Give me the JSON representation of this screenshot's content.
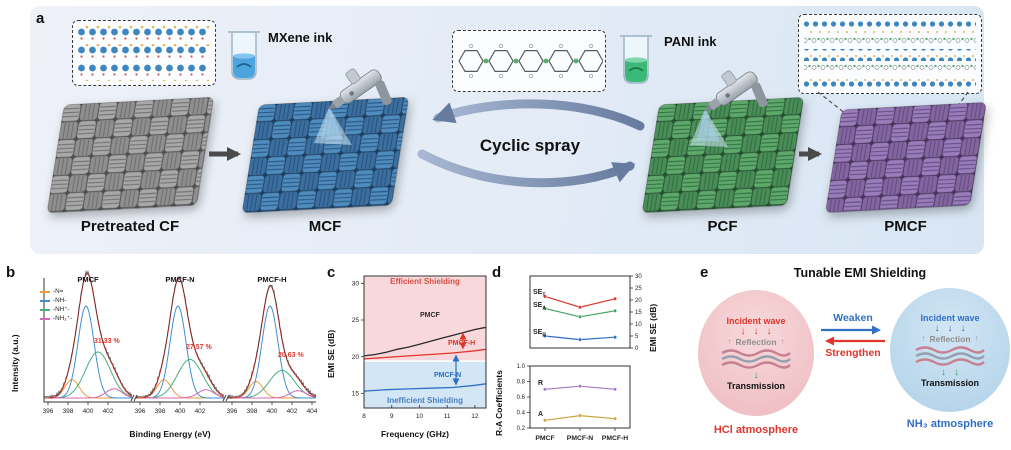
{
  "panels": {
    "a": "a",
    "b": "b",
    "c": "c",
    "d": "d",
    "e": "e"
  },
  "icons": {
    "down_arrow": "↓",
    "up_arrow": "↑"
  },
  "panel_a": {
    "mxene_ink": "MXene ink",
    "pani_ink": "PANI ink",
    "cyclic_spray": "Cyclic spray",
    "samples": [
      {
        "name": "Pretreated CF"
      },
      {
        "name": "MCF"
      },
      {
        "name": "PCF"
      },
      {
        "name": "PMCF"
      }
    ]
  },
  "panel_b": {
    "ylabel": "Intensity (a.u.)",
    "xlabel": "Binding Energy (eV)",
    "legend": [
      {
        "label": "-N="
      },
      {
        "label": "-NH-"
      },
      {
        "label": "-NH⁺-"
      },
      {
        "label": "-NH₂⁺-"
      }
    ],
    "groups": [
      {
        "title": "PMCF",
        "percent": "31.33 %"
      },
      {
        "title": "PMCF-N",
        "percent": "27.57 %"
      },
      {
        "title": "PMCF-H",
        "percent": "20.63 %"
      }
    ]
  },
  "panel_c": {
    "xlabel": "Frequency (GHz)",
    "ylabel": "EMI SE (dB)",
    "efficient": "Efficient Shielding",
    "inefficient": "Inefficient Shielding",
    "series_labels": {
      "pmcf": "PMCF",
      "pmcf_h": "PMCF-H",
      "pmcf_n": "PMCF-N"
    }
  },
  "panel_d": {
    "right_ylabel": "EMI SE (dB)",
    "left_ylabel": "R-A Coefficients",
    "se_t": {
      "base": "SE",
      "sub": "T"
    },
    "se_a": {
      "base": "SE",
      "sub": "A"
    },
    "se_r": {
      "base": "SE",
      "sub": "R"
    },
    "r_label": "R",
    "a_label": "A"
  },
  "panel_e": {
    "title": "Tunable EMI Shielding",
    "weaken": "Weaken",
    "strengthen": "Strengthen",
    "left": {
      "incident": "Incident wave",
      "reflection": "Reflection",
      "transmission": "Transmission",
      "atmosphere": "HCl atmosphere"
    },
    "right": {
      "incident": "Incident wave",
      "reflection": "Reflection",
      "transmission": "Transmission",
      "atmosphere": "NH₃ atmosphere"
    }
  },
  "chart_data": [
    {
      "id": "xps",
      "type": "line",
      "title": "N 1s XPS spectra",
      "xlabel": "Binding Energy (eV)",
      "ylabel": "Intensity (a.u.)",
      "xticks": [
        "396",
        "398",
        "400",
        "402",
        "404"
      ],
      "data_color": "#2b2b2b",
      "envelope_color": "#e03a2f",
      "groups": [
        {
          "name": "PMCF",
          "nh_plus_percent": 31.33,
          "peaks": [
            {
              "label": "-N=",
              "center": 398.4,
              "width": 0.7,
              "height": 0.2,
              "color": "#f29b3b"
            },
            {
              "label": "-NH-",
              "center": 399.8,
              "width": 0.8,
              "height": 1.0,
              "color": "#3e8ed0"
            },
            {
              "label": "-NH⁺-",
              "center": 401.0,
              "width": 1.25,
              "height": 0.5,
              "color": "#46b07c"
            },
            {
              "label": "-NH₂⁺-",
              "center": 402.6,
              "width": 0.8,
              "height": 0.1,
              "color": "#d667b8"
            }
          ]
        },
        {
          "name": "PMCF-N",
          "nh_plus_percent": 27.57,
          "peaks": [
            {
              "label": "-N=",
              "center": 398.4,
              "width": 0.7,
              "height": 0.2,
              "color": "#f29b3b"
            },
            {
              "label": "-NH-",
              "center": 399.8,
              "width": 0.8,
              "height": 1.0,
              "color": "#3e8ed0"
            },
            {
              "label": "-NH⁺-",
              "center": 401.0,
              "width": 1.25,
              "height": 0.42,
              "color": "#46b07c"
            },
            {
              "label": "-NH₂⁺-",
              "center": 402.6,
              "width": 0.8,
              "height": 0.09,
              "color": "#d667b8"
            }
          ]
        },
        {
          "name": "PMCF-H",
          "nh_plus_percent": 20.63,
          "peaks": [
            {
              "label": "-N=",
              "center": 398.4,
              "width": 0.7,
              "height": 0.18,
              "color": "#f29b3b"
            },
            {
              "label": "-NH-",
              "center": 399.8,
              "width": 0.8,
              "height": 1.0,
              "color": "#3e8ed0"
            },
            {
              "label": "-NH⁺-",
              "center": 401.0,
              "width": 1.25,
              "height": 0.3,
              "color": "#46b07c"
            },
            {
              "label": "-NH₂⁺-",
              "center": 402.6,
              "width": 0.8,
              "height": 0.08,
              "color": "#d667b8"
            }
          ]
        }
      ]
    },
    {
      "id": "emi-frequency",
      "type": "line",
      "xlabel": "Frequency (GHz)",
      "ylabel": "EMI SE (dB)",
      "xlim": [
        8,
        12.4
      ],
      "ylim": [
        13,
        31
      ],
      "xticks": [
        8,
        9,
        10,
        11,
        12
      ],
      "yticks": [
        15,
        20,
        25,
        30
      ],
      "regions": [
        {
          "label": "Efficient Shielding",
          "color": "#f8d8da",
          "y_from": 19.5,
          "y_to": 31
        },
        {
          "label": "Inefficient Shielding",
          "color": "#d3e6f5",
          "y_from": 13,
          "y_to": 19.3
        }
      ],
      "series": [
        {
          "name": "PMCF",
          "color": "#2b2b2b",
          "x": [
            8,
            8.4,
            8.8,
            9.2,
            9.6,
            10,
            10.4,
            10.8,
            11.2,
            11.6,
            12,
            12.4
          ],
          "y": [
            20.1,
            20.3,
            20.6,
            21.0,
            21.3,
            21.7,
            22.1,
            22.5,
            22.9,
            23.3,
            23.7,
            24.0
          ]
        },
        {
          "name": "PMCF-H",
          "color": "#e0362c",
          "x": [
            8,
            8.8,
            9.6,
            10.4,
            11.2,
            12,
            12.4
          ],
          "y": [
            19.7,
            19.9,
            20.1,
            20.3,
            20.5,
            20.8,
            21.0
          ]
        },
        {
          "name": "PMCF-N",
          "color": "#2f6fc4",
          "x": [
            8,
            8.8,
            9.6,
            10.4,
            11.2,
            12,
            12.4
          ],
          "y": [
            15.3,
            15.5,
            15.6,
            15.7,
            15.8,
            16.1,
            16.3
          ]
        }
      ]
    },
    {
      "id": "se-components",
      "type": "line",
      "categories": [
        "PMCF",
        "PMCF-N",
        "PMCF-H"
      ],
      "ylabel": "EMI SE (dB)",
      "ylim": [
        0,
        30
      ],
      "yticks": [
        0,
        5,
        10,
        15,
        20,
        25,
        30
      ],
      "series": [
        {
          "name": "SE_T",
          "color": "#e0362c",
          "values": [
            21.5,
            17.0,
            20.5
          ]
        },
        {
          "name": "SE_A",
          "color": "#3fa45f",
          "values": [
            16.5,
            13.0,
            15.5
          ]
        },
        {
          "name": "SE_R",
          "color": "#2f6fc4",
          "values": [
            5.0,
            3.5,
            4.5
          ]
        }
      ]
    },
    {
      "id": "ra-coefficients",
      "type": "line",
      "categories": [
        "PMCF",
        "PMCF-N",
        "PMCF-H"
      ],
      "ylabel": "R-A Coefficients",
      "ylim": [
        0.2,
        1.0
      ],
      "yticks": [
        0.2,
        0.4,
        0.6,
        0.8,
        1.0
      ],
      "series": [
        {
          "name": "R",
          "color": "#a678c8",
          "values": [
            0.7,
            0.74,
            0.7
          ]
        },
        {
          "name": "A",
          "color": "#caa53a",
          "values": [
            0.3,
            0.36,
            0.32
          ]
        }
      ]
    }
  ]
}
